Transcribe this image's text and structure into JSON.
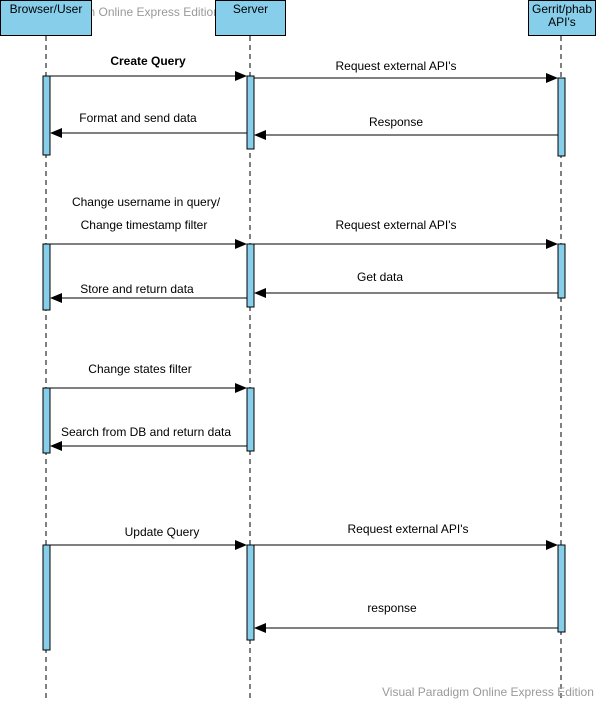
{
  "watermark": {
    "top": "Visual Paradigm Online Express Edition",
    "bottom": "Visual Paradigm Online Express Edition"
  },
  "lifelines": {
    "user": {
      "label": "Browser/User"
    },
    "server": {
      "label": "Server"
    },
    "gerrit": {
      "label_line1": "Gerrit/phab",
      "label_line2": "API's"
    }
  },
  "messages": {
    "create_query": "Create Query",
    "request_api_1": "Request external API's",
    "format_send": "Format and send data",
    "response_1": "Response",
    "change_username_line1": "Change username in query/",
    "change_username_line2": "Change timestamp filter",
    "request_api_2": "Request external API's",
    "get_data": "Get data",
    "store_return": "Store and return data",
    "change_states": "Change states filter",
    "search_db": "Search from DB and return data",
    "update_query": "Update Query",
    "request_api_3": "Request external API's",
    "response_2": "response"
  },
  "colors": {
    "head_fill": "#87CEEB",
    "activation_fill": "#87CEEB",
    "line": "#000000",
    "watermark": "#9a9a9a"
  }
}
